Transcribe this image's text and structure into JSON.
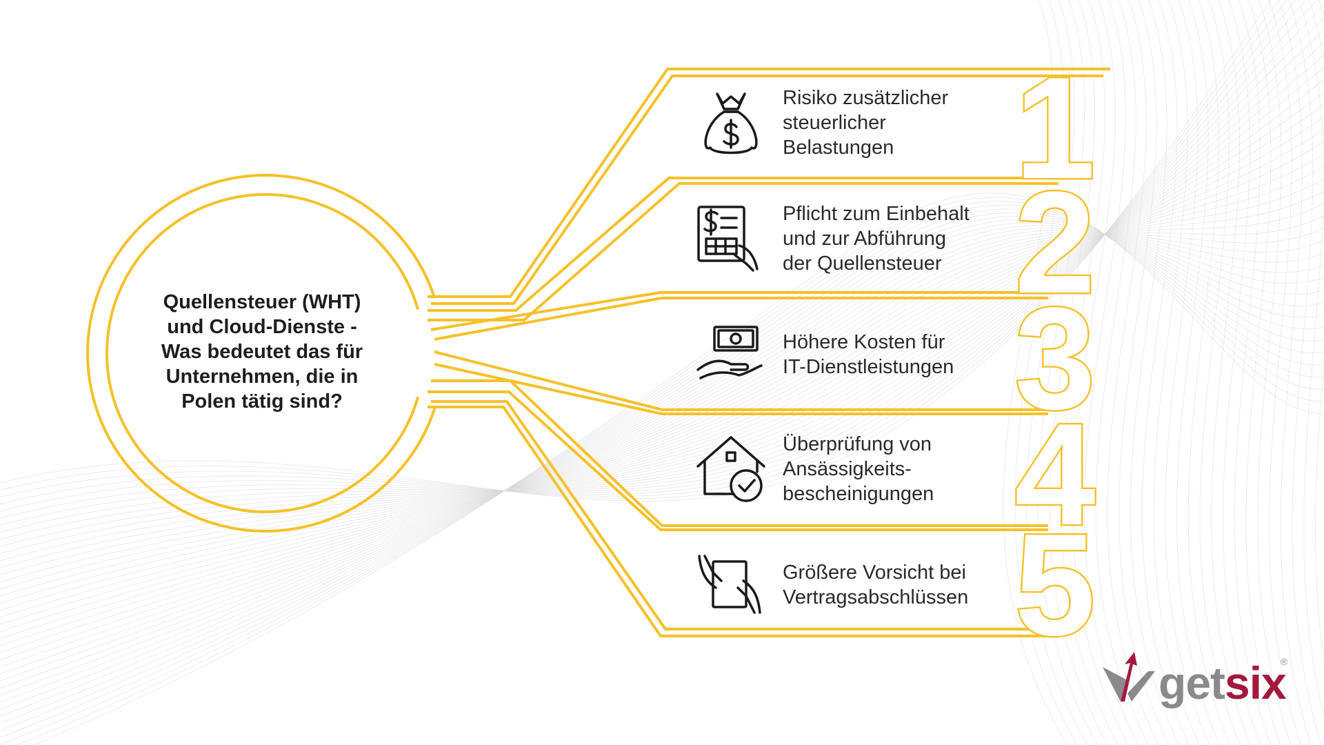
{
  "colors": {
    "accent": "#f5c12a",
    "text": "#1e1e1e",
    "icon": "#1a1a1a",
    "wave": "#d9d9d9",
    "brand_gray": "#8a8a8a",
    "brand_red": "#a3193e"
  },
  "center": {
    "lines": [
      "Quellensteuer (WHT)",
      "und Cloud-Dienste -",
      "Was bedeutet das für",
      "Unternehmen, die in",
      "Polen tätig sind?"
    ]
  },
  "items": [
    {
      "number": "1",
      "icon": "money-bag-icon",
      "lines": [
        "Risiko zusätzlicher",
        "steuerlicher",
        "Belastungen"
      ]
    },
    {
      "number": "2",
      "icon": "invoice-hand-icon",
      "lines": [
        "Pflicht zum Einbehalt",
        "und zur Abführung",
        "der Quellensteuer"
      ]
    },
    {
      "number": "3",
      "icon": "cash-hand-icon",
      "lines": [
        "Höhere Kosten für",
        "IT-Dienstleistungen"
      ]
    },
    {
      "number": "4",
      "icon": "house-check-icon",
      "lines": [
        "Überprüfung von",
        "Ansässigkeits-",
        "bescheinigungen"
      ]
    },
    {
      "number": "5",
      "icon": "contract-hands-icon",
      "lines": [
        "Größere Vorsicht bei",
        "Vertragsabschlüssen"
      ]
    }
  ],
  "logo": {
    "part1": "get",
    "part2": "six",
    "registered": "®"
  }
}
